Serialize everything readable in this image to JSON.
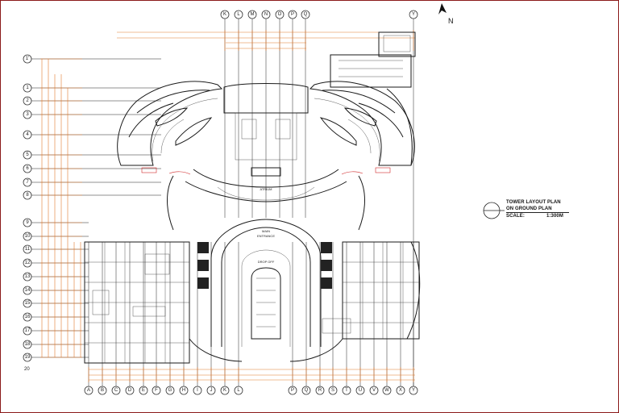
{
  "legend": {
    "line1": "TOWER LAYOUT PLAN",
    "line2": "ON GROUND PLAN",
    "scale_label": "SCALE:",
    "scale_value": "1:300M"
  },
  "north": {
    "label": "N"
  },
  "floor_label": "20",
  "rooms": {
    "atrium": "ATRIUM",
    "main_entrance_1": "MAIN",
    "main_entrance_2": "ENTRANCE",
    "drop_off": "DROP OFF"
  },
  "grid_top": [
    "K",
    "L",
    "M",
    "N",
    "O",
    "P",
    "Q",
    "Y"
  ],
  "grid_bottom": [
    "A",
    "B",
    "C",
    "D",
    "E",
    "F",
    "G",
    "H",
    "I",
    "J",
    "K",
    "L",
    "P",
    "Q",
    "R",
    "S",
    "T",
    "U",
    "V",
    "W",
    "X",
    "Y"
  ],
  "grid_left": [
    "1'",
    "1",
    "2",
    "3",
    "4",
    "5",
    "6",
    "7",
    "8",
    "9",
    "10",
    "11",
    "12",
    "13",
    "14",
    "15",
    "16",
    "17",
    "18",
    "19"
  ],
  "colors": {
    "dimension": "#e07a2e",
    "frame": "#8b1a1a",
    "linework": "#1a1a1a",
    "accent_red": "#d0282a"
  }
}
